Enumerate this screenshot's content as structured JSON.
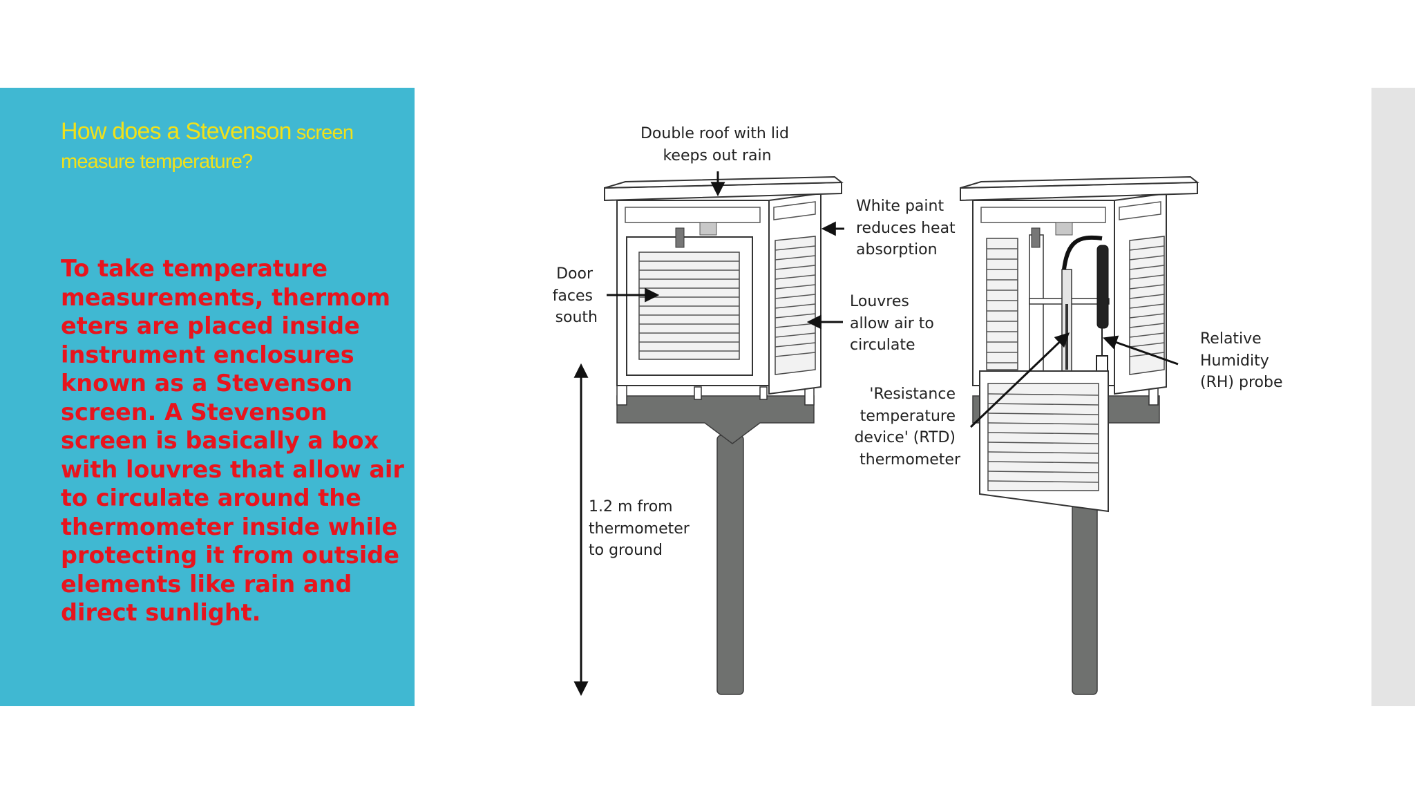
{
  "slide": {
    "title_part1": "How does a Stevenson",
    "title_part2": " screen",
    "title_line2": "measure temperature?",
    "body": "To take temperature\nmeasurements, thermom\neters are placed inside\ninstrument enclosures\nknown as a Stevenson\nscreen. A Stevenson\nscreen is basically a box\nwith louvres that allow air\nto circulate around the\nthermometer inside while\nprotecting it from outside\nelements like rain and\ndirect sunlight."
  },
  "diagram": {
    "labels": {
      "roof": [
        "Double roof with lid",
        "keeps out rain"
      ],
      "paint": [
        "White paint",
        "reduces heat",
        "absorption"
      ],
      "door": [
        "Door",
        "faces",
        "south"
      ],
      "louvres": [
        "Louvres",
        "allow air to",
        "circulate"
      ],
      "height": [
        "1.2 m from",
        "thermometer",
        "to ground"
      ],
      "rtd": [
        "'Resistance",
        "temperature",
        "device' (RTD)",
        "thermometer"
      ],
      "rh": [
        "Relative",
        "Humidity",
        "(RH) probe"
      ]
    }
  },
  "colors": {
    "teal": "#40b8d2",
    "title": "#f2e11a",
    "body": "#e8141d",
    "pole": "#6f716f",
    "strip": "#e4e4e4"
  }
}
